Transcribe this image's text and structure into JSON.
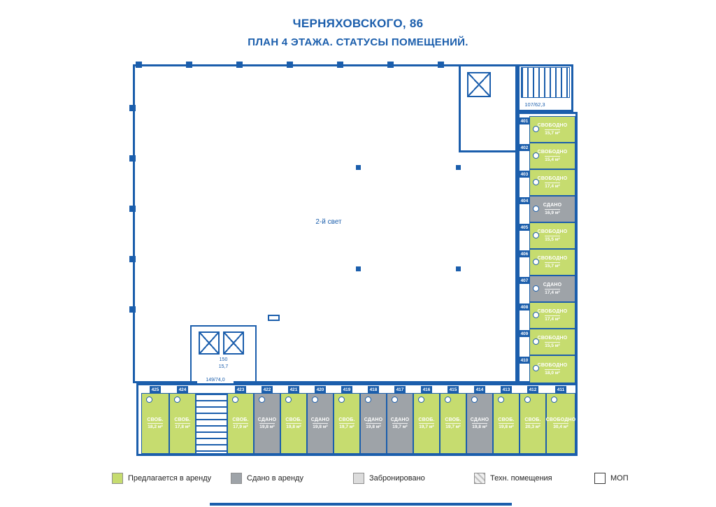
{
  "title": {
    "line1": "ЧЕРНЯХОВСКОГО, 86",
    "line2": "ПЛАН 4 ЭТАЖА. СТАТУСЫ ПОМЕЩЕНИЙ."
  },
  "plan": {
    "atrium_label": "2-й свет",
    "stairs_top_label": "107/62,3",
    "stairs_bottom_label": "149/74,0",
    "room150": {
      "number": "150",
      "area": "15,7"
    },
    "right_rooms": [
      {
        "number": "401",
        "status": "СВОБОДНО",
        "area": "15,7 м²",
        "state": "free"
      },
      {
        "number": "402",
        "status": "СВОБОДНО",
        "area": "15,4 м²",
        "state": "free"
      },
      {
        "number": "403",
        "status": "СВОБОДНО",
        "area": "17,4 м²",
        "state": "free"
      },
      {
        "number": "404",
        "status": "СДАНО",
        "area": "16,9 м²",
        "state": "rented"
      },
      {
        "number": "405",
        "status": "СВОБОДНО",
        "area": "15,5 м²",
        "state": "free"
      },
      {
        "number": "406",
        "status": "СВОБОДНО",
        "area": "15,7 м²",
        "state": "free"
      },
      {
        "number": "407",
        "status": "СДАНО",
        "area": "17,4 м²",
        "state": "rented"
      },
      {
        "number": "408",
        "status": "СВОБОДНО",
        "area": "17,4 м²",
        "state": "free"
      },
      {
        "number": "409",
        "status": "СВОБОДНО",
        "area": "15,5 м²",
        "state": "free"
      },
      {
        "number": "410",
        "status": "СВОБОДНО",
        "area": "18,0 м²",
        "state": "free"
      }
    ],
    "bottom_rooms": [
      {
        "number": "425",
        "status": "СВОБ.",
        "area": "18,2 м²",
        "state": "free"
      },
      {
        "number": "424",
        "status": "СВОБ.",
        "area": "17,8 м²",
        "state": "free"
      },
      {
        "number": "423",
        "status": "СВОБ.",
        "area": "17,9 м²",
        "state": "free"
      },
      {
        "number": "422",
        "status": "СДАНО",
        "area": "19,8 м²",
        "state": "rented"
      },
      {
        "number": "421",
        "status": "СВОБ.",
        "area": "19,8 м²",
        "state": "free"
      },
      {
        "number": "420",
        "status": "СДАНО",
        "area": "19,8 м²",
        "state": "rented"
      },
      {
        "number": "419",
        "status": "СВОБ.",
        "area": "19,7 м²",
        "state": "free"
      },
      {
        "number": "418",
        "status": "СДАНО",
        "area": "19,8 м²",
        "state": "rented"
      },
      {
        "number": "417",
        "status": "СДАНО",
        "area": "19,7 м²",
        "state": "rented"
      },
      {
        "number": "416",
        "status": "СВОБ.",
        "area": "19,7 м²",
        "state": "free"
      },
      {
        "number": "415",
        "status": "СВОБ.",
        "area": "19,7 м²",
        "state": "free"
      },
      {
        "number": "414",
        "status": "СДАНО",
        "area": "19,8 м²",
        "state": "rented"
      },
      {
        "number": "413",
        "status": "СВОБ.",
        "area": "19,8 м²",
        "state": "free"
      },
      {
        "number": "412",
        "status": "СВОБ.",
        "area": "20,3 м²",
        "state": "free"
      },
      {
        "number": "411",
        "status": "СВОБОДНО",
        "area": "30,4 м²",
        "state": "free"
      }
    ]
  },
  "legend": {
    "items": [
      {
        "label": "Предлагается в аренду",
        "type": "free"
      },
      {
        "label": "Сдано в аренду",
        "type": "rented"
      },
      {
        "label": "Забронировано",
        "type": "reserved"
      },
      {
        "label": "Техн. помещения",
        "type": "tech"
      },
      {
        "label": "МОП",
        "type": "mop"
      }
    ]
  },
  "colors": {
    "wall_blue": "#1b5eac",
    "free_green": "#c6dc6f",
    "rented_gray": "#9ea3a8",
    "reserved_gray": "#dcdcdc"
  }
}
